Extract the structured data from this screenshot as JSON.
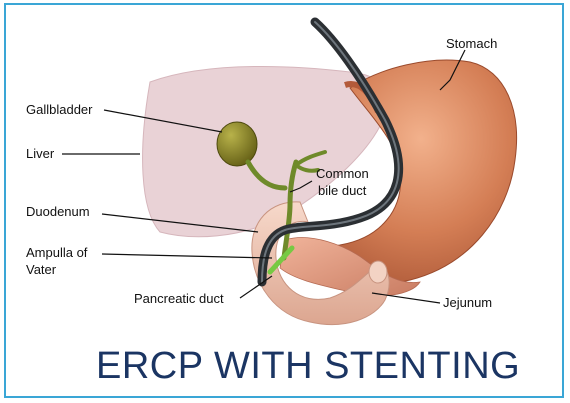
{
  "title": "ERCP WITH STENTING",
  "labels": {
    "stomach": "Stomach",
    "gallbladder": "Gallbladder",
    "liver": "Liver",
    "common_bile_duct_line1": "Common",
    "common_bile_duct_line2": "bile duct",
    "duodenum": "Duodenum",
    "ampulla_line1": "Ampulla of",
    "ampulla_line2": "Vater",
    "pancreatic_duct": "Pancreatic duct",
    "jejunum": "Jejunum"
  },
  "colors": {
    "border": "#3aa6d6",
    "title": "#1b3563",
    "liver": "#e9d2d6",
    "stomach": "#cf7a52",
    "gallbladder": "#7f7a1e",
    "bile_duct": "#6f8a2a",
    "endoscope": "#2b2f33",
    "stent": "#77c943",
    "intestine": "#f0c8b6"
  }
}
